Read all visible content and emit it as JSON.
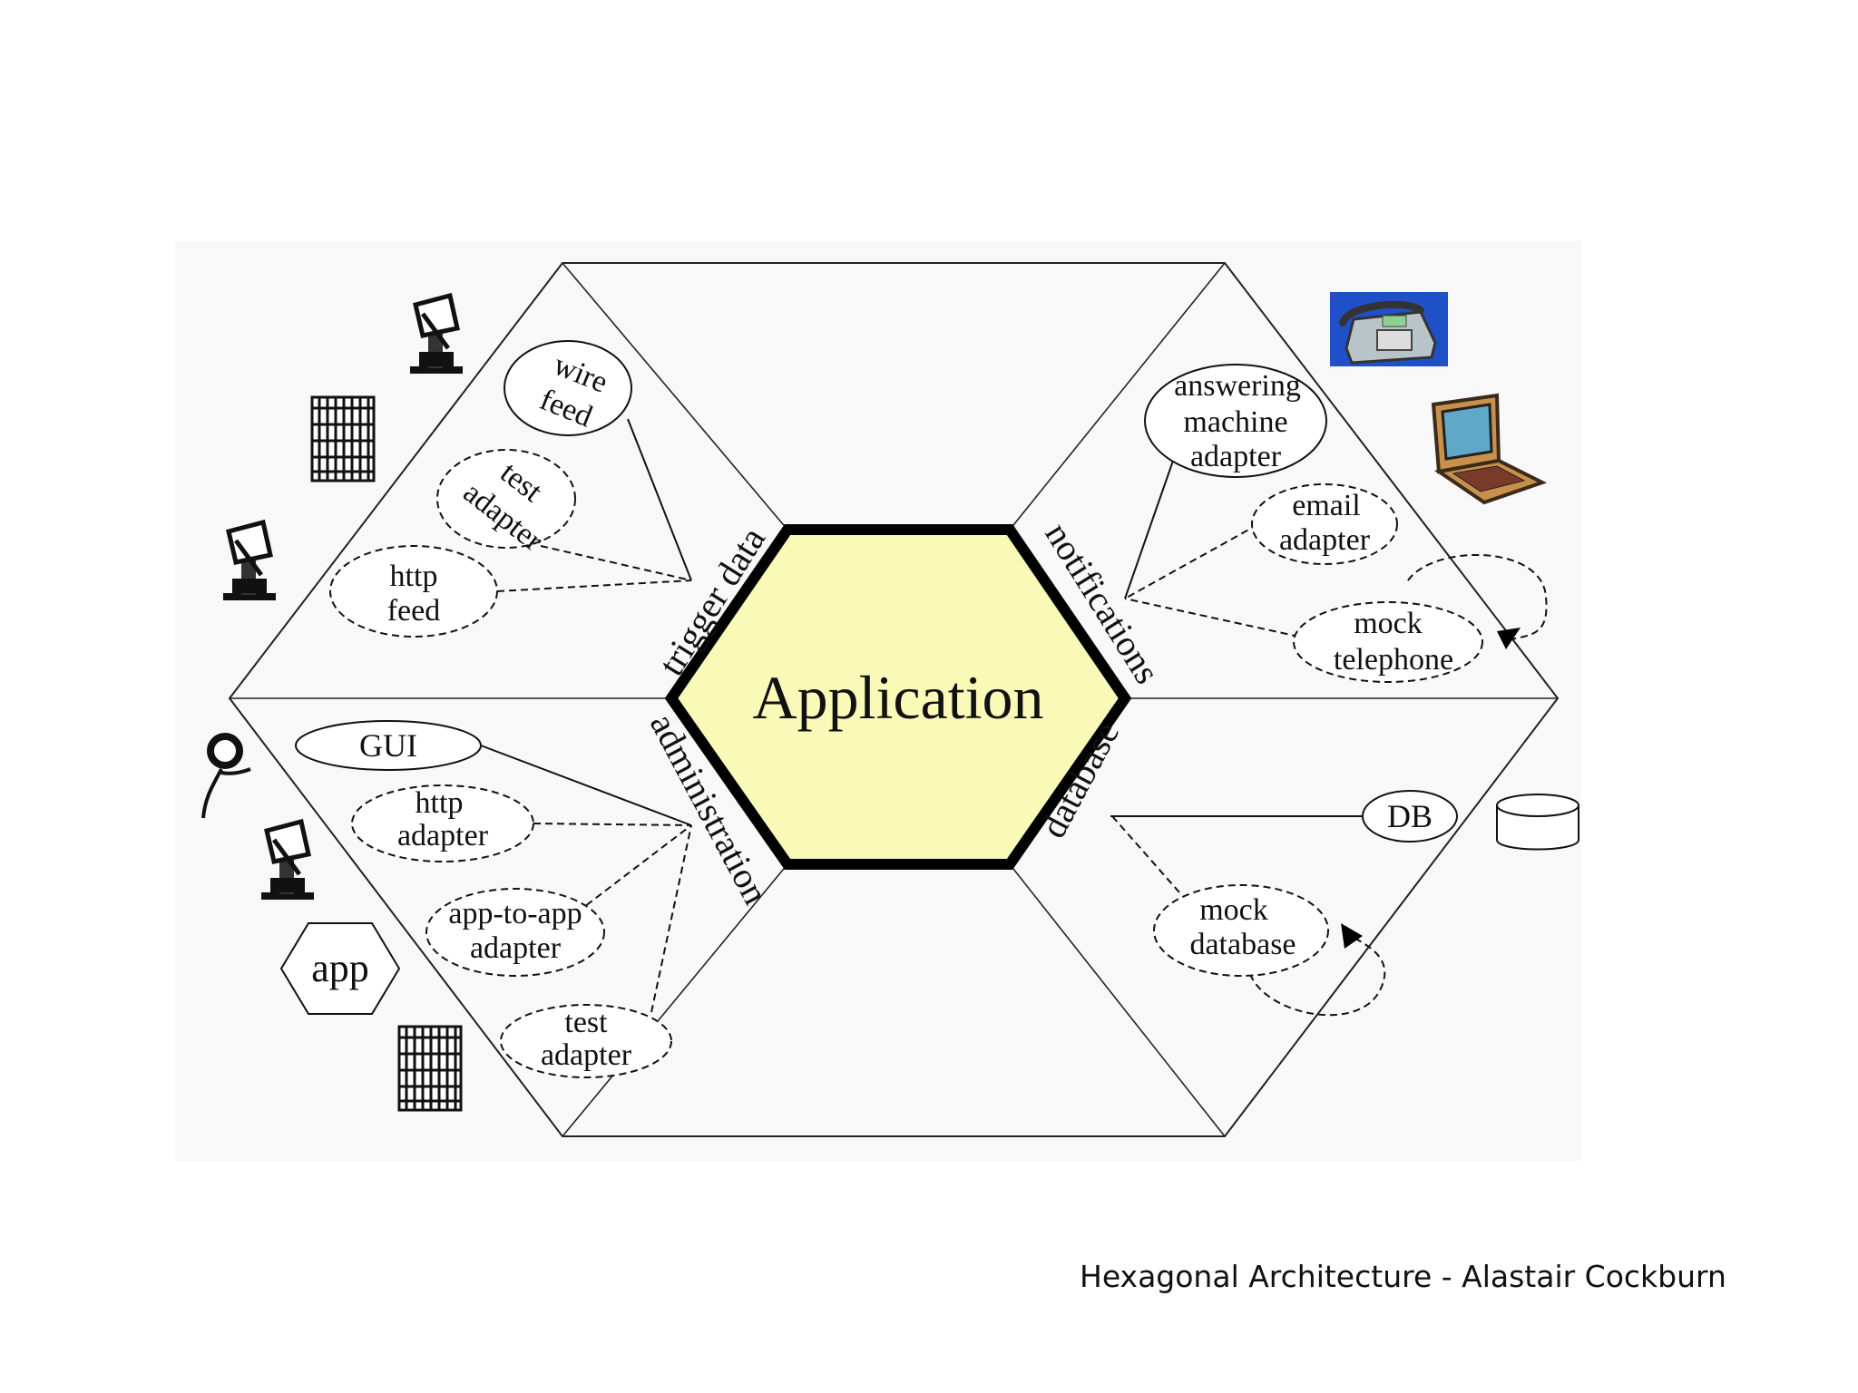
{
  "center": {
    "label": "Application"
  },
  "port_labels": {
    "trigger": "trigger data",
    "admin": "administration",
    "notify": "notifications",
    "db": "database"
  },
  "adapters": {
    "wire_feed": [
      "wire",
      "feed"
    ],
    "test_adapter_top": [
      "test",
      "adapter"
    ],
    "http_feed": [
      "http",
      "feed"
    ],
    "gui": [
      "GUI"
    ],
    "http_adapter": [
      "http",
      "adapter"
    ],
    "app_to_app": [
      "app-to-app",
      "adapter"
    ],
    "test_adapter_bottom": [
      "test",
      "adapter"
    ],
    "answering_machine": [
      "answering",
      "machine",
      "adapter"
    ],
    "email_adapter": [
      "email",
      "adapter"
    ],
    "mock_telephone": [
      "mock",
      "telephone"
    ],
    "db": [
      "DB"
    ],
    "mock_database": [
      "mock",
      "database"
    ]
  },
  "external": {
    "app_hex": "app"
  },
  "icons": [
    "antenna-icon",
    "grid-icon",
    "person-icon",
    "app-hexagon-icon",
    "phone-icon",
    "laptop-icon",
    "database-cylinder-icon"
  ],
  "colors": {
    "application_fill": "#fafab8",
    "panel_background": "#f8f8f8",
    "phone_screen": "#2050c8"
  },
  "caption": "Hexagonal Architecture - Alastair Cockburn"
}
